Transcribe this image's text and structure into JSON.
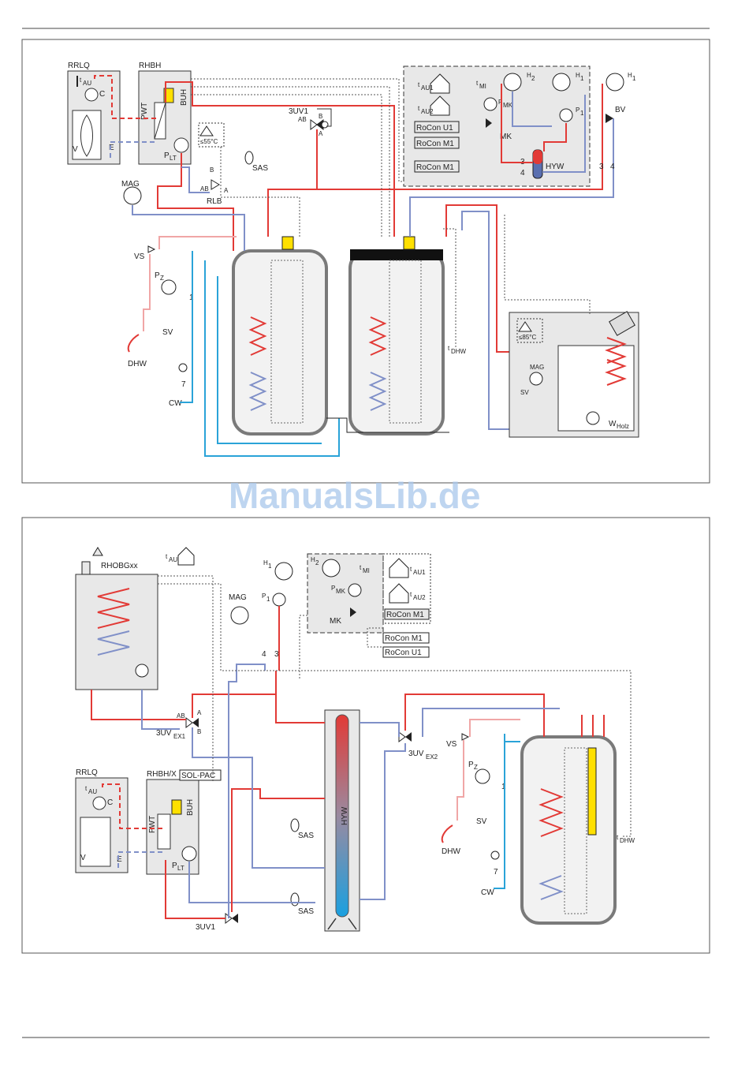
{
  "watermark": "ManualsLib.de",
  "colors": {
    "hot": "#e23a36",
    "cold": "#2aa3d8",
    "return": "#8090c8",
    "dhw_return": "#f0a6a6",
    "panel": "#e8e8e8",
    "tank": "#f2f2f2",
    "tank_wall": "#7a7a7a",
    "line": "#333333",
    "warning": "#ffe000"
  },
  "diagram1": {
    "labels": {
      "rrlq": "RRLQ",
      "rhbh": "RHBH",
      "t_au": "t",
      "t_au_sub": "AU",
      "c": "C",
      "v": "V",
      "e": "E",
      "pwt": "PWT",
      "buh": "BUH",
      "p_lt": "P",
      "p_lt_sub": "LT",
      "temp55": "≤55°C",
      "sas": "SAS",
      "rlb": "RLB",
      "mag": "MAG",
      "uv1": "3UV1",
      "ab": "AB",
      "a": "A",
      "b": "B",
      "vs": "VS",
      "pz": "P",
      "pz_sub": "Z",
      "one": "1",
      "sv": "SV",
      "dhw": "DHW",
      "seven": "7",
      "cw": "CW",
      "t_dhw": "t",
      "t_dhw_sub": "DHW",
      "bv": "BV",
      "h1": "H",
      "h1_sub": "1",
      "h2": "H",
      "h2_sub": "2",
      "three": "3",
      "four": "4",
      "temp85": "≤85°C",
      "mag2": "MAG",
      "sv2": "SV",
      "w_holz": "W",
      "w_holz_sub": "Holz"
    },
    "control_box": {
      "t_au1": "t",
      "t_au1_sub": "AU1",
      "t_au2": "t",
      "t_au2_sub": "AU2",
      "t_mi": "t",
      "t_mi_sub": "MI",
      "p_mk": "P",
      "p_mk_sub": "MK",
      "mk": "MK",
      "p1": "P",
      "p1_sub": "1",
      "h2": "H",
      "h2_sub": "2",
      "h1": "H",
      "h1_sub": "1",
      "rocon_u1": "RoCon U1",
      "rocon_m1a": "RoCon M1",
      "rocon_m1b": "RoCon M1",
      "hyw": "HYW",
      "three": "3",
      "four": "4"
    }
  },
  "diagram2": {
    "labels": {
      "rhobg": "RHOBGxx",
      "t_au": "t",
      "t_au_sub": "AU",
      "h1": "H",
      "h1_sub": "1",
      "p1": "P",
      "p1_sub": "1",
      "mag": "MAG",
      "h2": "H",
      "h2_sub": "2",
      "t_mi": "t",
      "t_mi_sub": "MI",
      "p_mk": "P",
      "p_mk_sub": "MK",
      "mk": "MK",
      "t_au1": "t",
      "t_au1_sub": "AU1",
      "t_au2": "t",
      "t_au2_sub": "AU2",
      "rocon_m1a": "RoCon M1",
      "rocon_m1b": "RoCon M1",
      "rocon_u1": "RoCon U1",
      "four": "4",
      "three": "3",
      "uvex1": "3UV",
      "uvex1_sub": "EX1",
      "uvex2": "3UV",
      "uvex2_sub": "EX2",
      "ab": "AB",
      "a": "A",
      "b": "B",
      "hyw": "HYW",
      "sas1": "SAS",
      "sas2": "SAS",
      "rrlq": "RRLQ",
      "rhbhx": "RHBH/X",
      "solpac": "SOL-PAC",
      "t_au_b": "t",
      "t_au_b_sub": "AU",
      "c": "C",
      "v": "V",
      "e": "E",
      "pwt": "PWT",
      "buh": "BUH",
      "p_lt": "P",
      "p_lt_sub": "LT",
      "uv1": "3UV1",
      "vs": "VS",
      "pz": "P",
      "pz_sub": "Z",
      "one": "1",
      "sv": "SV",
      "dhw": "DHW",
      "seven": "7",
      "cw": "CW",
      "t_dhw": "t",
      "t_dhw_sub": "DHW"
    }
  }
}
